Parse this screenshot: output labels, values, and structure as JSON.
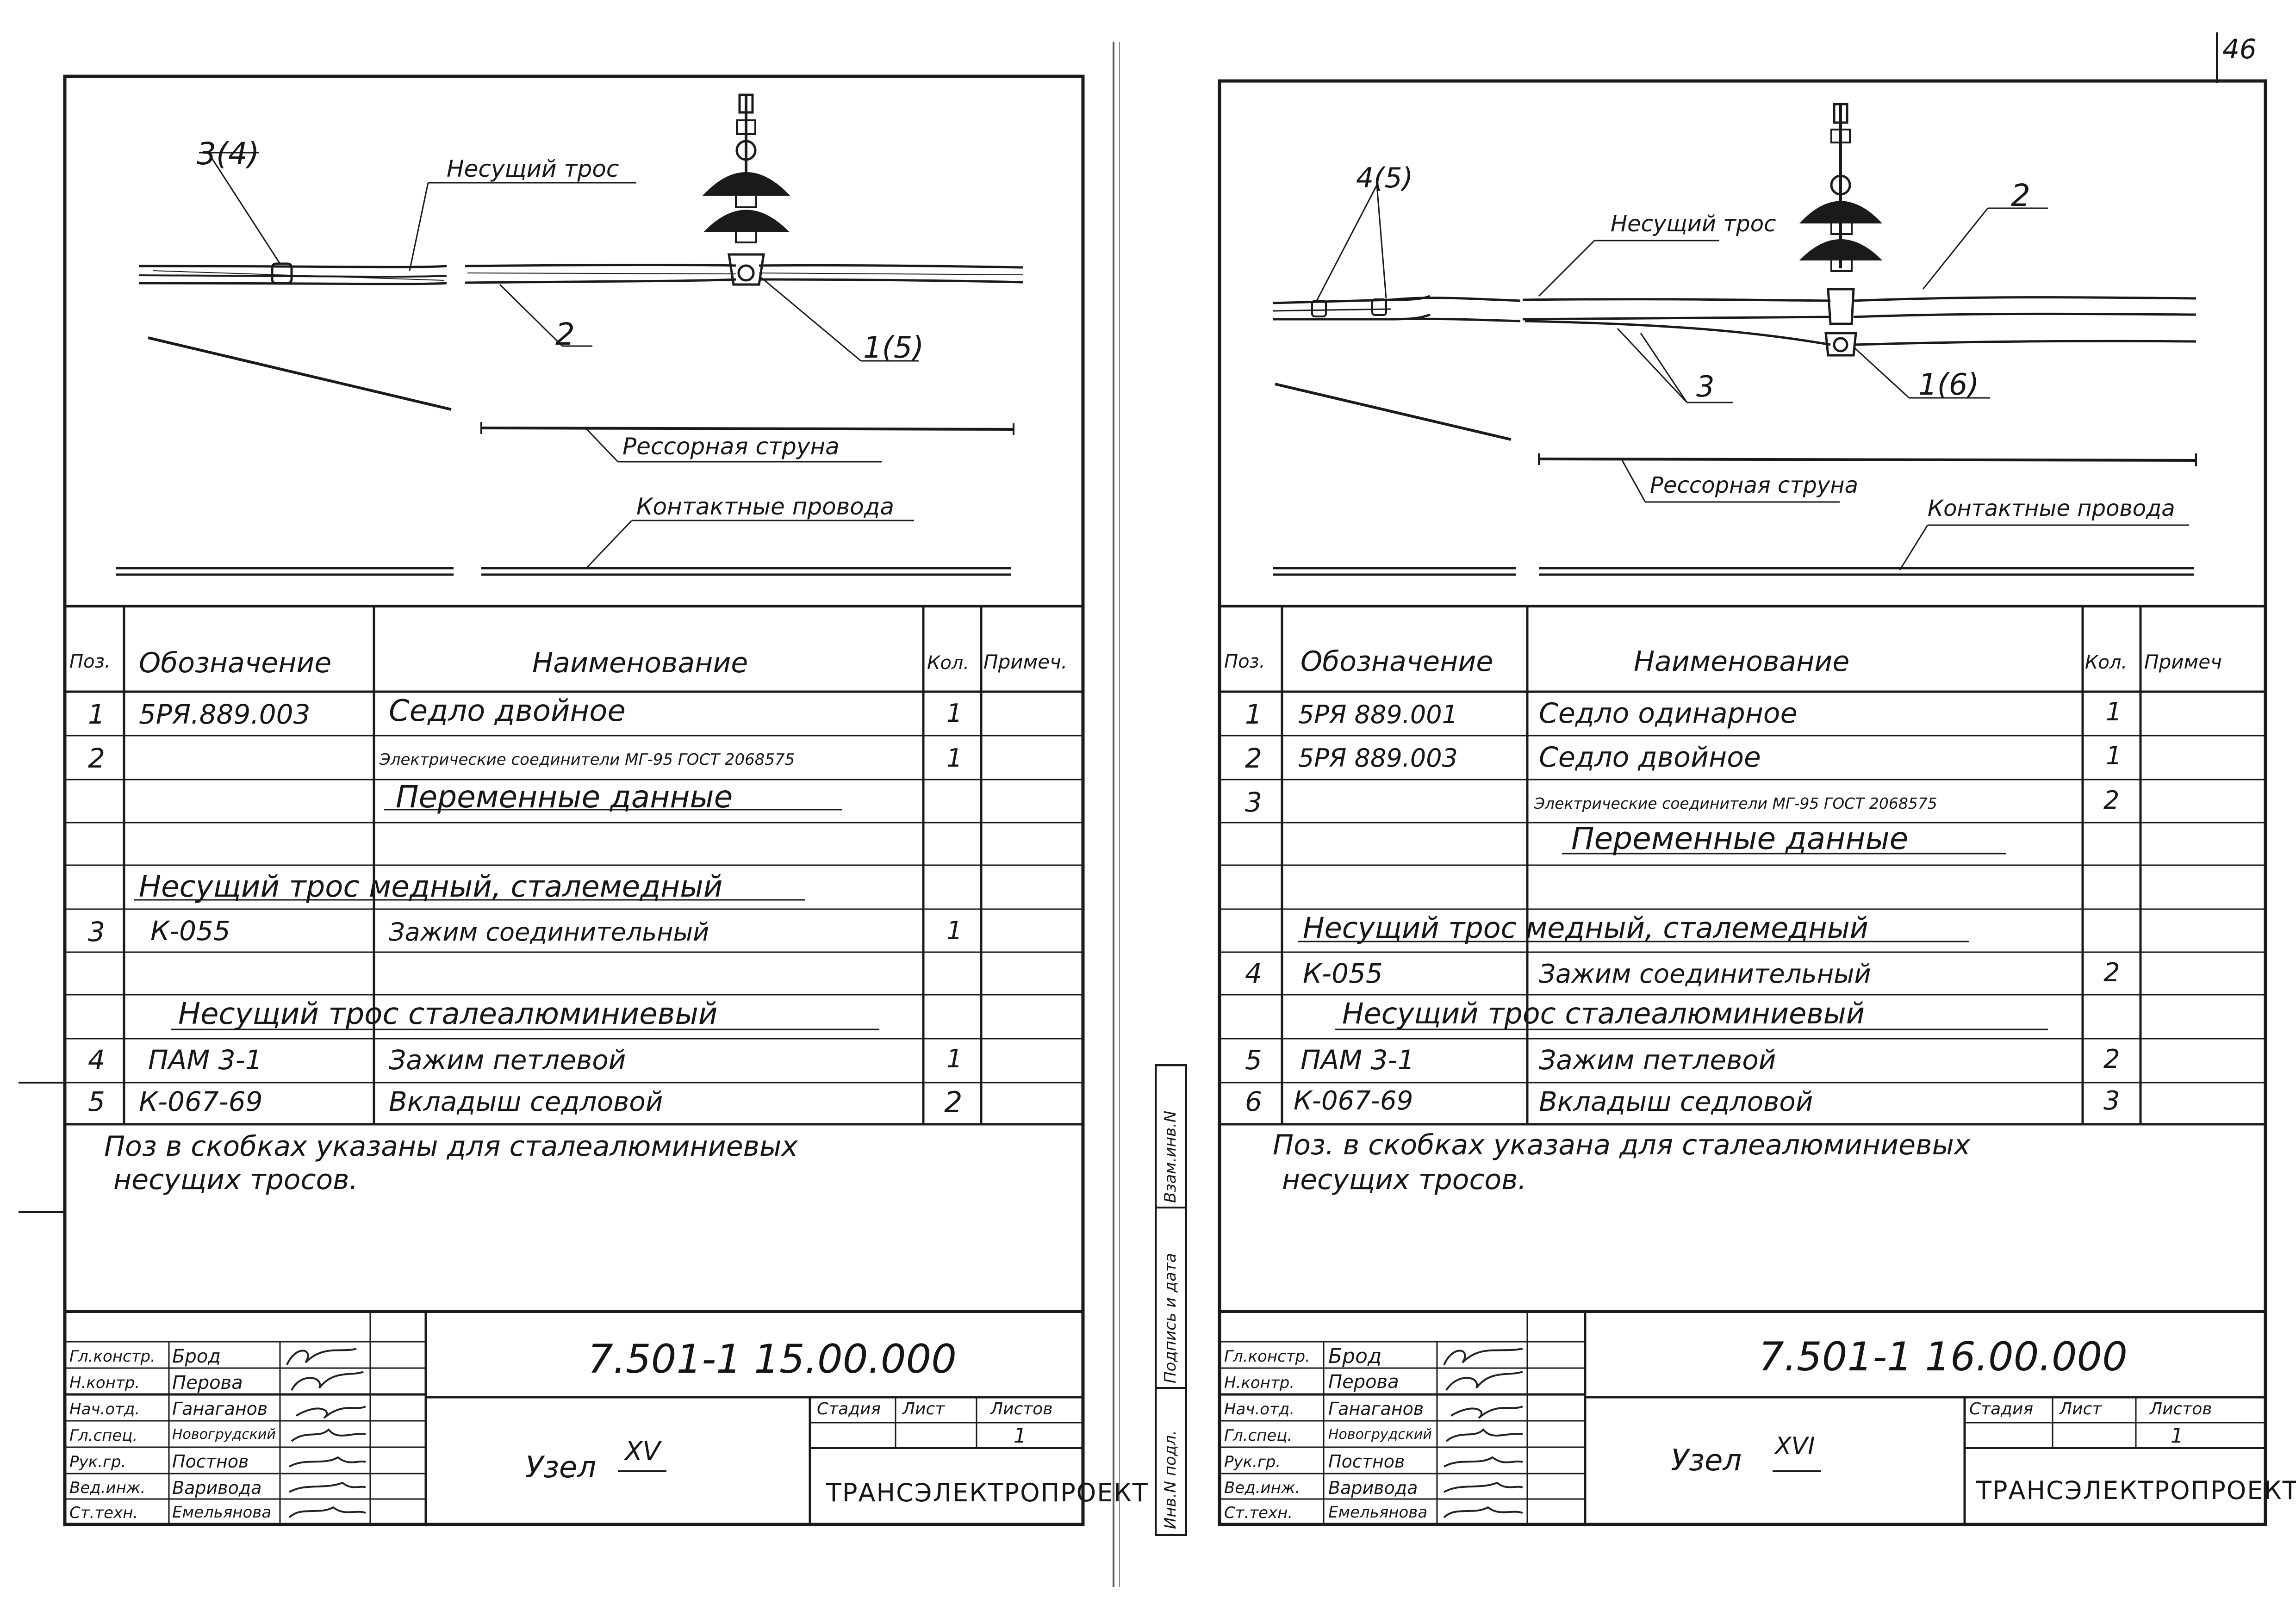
{
  "page_number": "46",
  "side_strip": {
    "labels": [
      "Инв.N подл.",
      "Подпись и дата",
      "Взам.инв.N"
    ]
  },
  "sheets": [
    {
      "figure_labels": {
        "pos_a": "3(4)",
        "carrier": "Несущий трос",
        "pos_b": "2",
        "pos_c": "1(5)",
        "spring": "Рессорная струна",
        "contact": "Контактные провода"
      },
      "headers": {
        "pos": "Поз.",
        "designation": "Обозначение",
        "name": "Наименование",
        "qty": "Кол.",
        "note": "Примеч."
      },
      "rows": [
        {
          "pos": "1",
          "designation": "5РЯ.889.003",
          "name": "Седло двойное",
          "qty": "1"
        },
        {
          "pos": "2",
          "designation": "",
          "name": "Электрические соединители МГ-95 ГОСТ 2068575",
          "qty": "1"
        },
        {
          "section": "Переменные данные"
        },
        {
          "blank": true
        },
        {
          "section": "Несущий трос медный, сталемедный"
        },
        {
          "pos": "3",
          "designation": "К-055",
          "name": "Зажим соединительный",
          "qty": "1"
        },
        {
          "blank": true
        },
        {
          "section": "Несущий трос сталеалюминиевый"
        },
        {
          "pos": "4",
          "designation": "ПАМ 3-1",
          "name": "Зажим петлевой",
          "qty": "1"
        },
        {
          "pos": "5",
          "designation": "К-067-69",
          "name": "Вкладыш седловой",
          "qty": "2"
        }
      ],
      "note_lines": [
        "Поз в скобках указаны для сталеалюминиевых",
        "несущих тросов."
      ],
      "roles": [
        "Гл.констр.",
        "Н.контр.",
        "Нач.отд.",
        "Гл.спец.",
        "Рук.гр.",
        "Вед.инж.",
        "Ст.техн."
      ],
      "people": [
        "Брод",
        "Перова",
        "Ганаганов",
        "Новогрудский",
        "Постнов",
        "Варивода",
        "Емельянова"
      ],
      "doc_code": "7.501-1   15.00.000",
      "node_prefix": "Узел",
      "node_num": "XV",
      "stage_headers": [
        "Стадия",
        "Лист",
        "Листов"
      ],
      "stage_values": [
        "",
        "",
        "1"
      ],
      "org": "ТРАНСЭЛЕКТРОПРОЕКТ"
    },
    {
      "figure_labels": {
        "pos_a": "4(5)",
        "carrier": "Несущий трос",
        "pos_b": "2",
        "pos_c": "3",
        "pos_d": "1(6)",
        "spring": "Рессорная струна",
        "contact": "Контактные провода"
      },
      "headers": {
        "pos": "Поз.",
        "designation": "Обозначение",
        "name": "Наименование",
        "qty": "Кол.",
        "note": "Примеч"
      },
      "rows": [
        {
          "pos": "1",
          "designation": "5РЯ 889.001",
          "name": "Седло одинарное",
          "qty": "1"
        },
        {
          "pos": "2",
          "designation": "5РЯ 889.003",
          "name": "Седло двойное",
          "qty": "1"
        },
        {
          "pos": "3",
          "designation": "",
          "name": "Электрические соединители МГ-95 ГОСТ 2068575",
          "qty": "2"
        },
        {
          "section": "Переменные данные"
        },
        {
          "blank": true
        },
        {
          "section": "Несущий трос медный, сталемедный"
        },
        {
          "pos": "4",
          "designation": "К-055",
          "name": "Зажим соединительный",
          "qty": "2"
        },
        {
          "section": "Несущий трос сталеалюминиевый"
        },
        {
          "pos": "5",
          "designation": "ПАМ 3-1",
          "name": "Зажим петлевой",
          "qty": "2"
        },
        {
          "pos": "6",
          "designation": "К-067-69",
          "name": "Вкладыш седловой",
          "qty": "3"
        }
      ],
      "note_lines": [
        "Поз. в скобках указана для сталеалюминиевых",
        "несущих тросов."
      ],
      "roles": [
        "Гл.констр.",
        "Н.контр.",
        "Нач.отд.",
        "Гл.спец.",
        "Рук.гр.",
        "Вед.инж.",
        "Ст.техн."
      ],
      "people": [
        "Брод",
        "Перова",
        "Ганаганов",
        "Новогрудский",
        "Постнов",
        "Варивода",
        "Емельянова"
      ],
      "doc_code": "7.501-1   16.00.000",
      "node_prefix": "Узел",
      "node_num": "XVI",
      "stage_headers": [
        "Стадия",
        "Лист",
        "Листов"
      ],
      "stage_values": [
        "",
        "",
        "1"
      ],
      "org": "ТРАНСЭЛЕКТРОПРОЕКТ"
    }
  ]
}
